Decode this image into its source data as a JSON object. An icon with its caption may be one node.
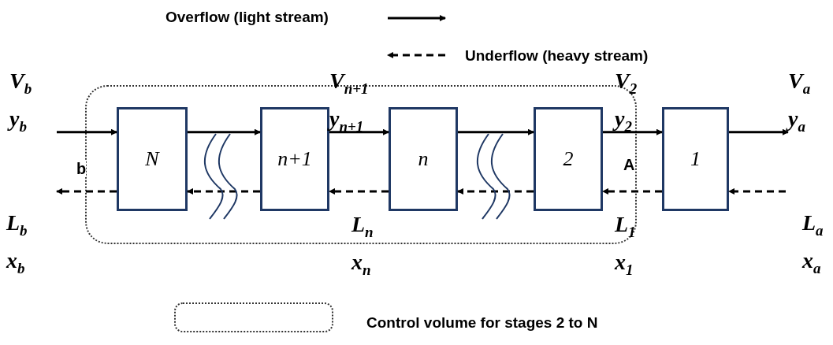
{
  "diagram": {
    "nodes": [
      {
        "text": [],
        "shape": "box"
      },
      {
        "text": [
          "N"
        ],
        "in": 0
      },
      {
        "text": [
          "n+1"
        ],
        "in": 0
      },
      {
        "text": [
          "n"
        ],
        "in": 0
      },
      {
        "text": [
          "2"
        ],
        "in": 0
      },
      {
        "text": [
          "1"
        ]
      }
    ],
    "edges": [
      {
        "from": null,
        "to": 1,
        "arrow": "to",
        "label": "V$_{b}$ y$_{b}$"
      },
      {
        "from": 1,
        "to": null,
        "arrow": "to",
        "style": "dashed",
        "label": "L$_{b}$ x$_{b}$"
      },
      {
        "from": 1,
        "to": 2,
        "arrow": "to"
      },
      {
        "from": 2,
        "to": 1,
        "arrow": "to",
        "style": "dashed"
      },
      {
        "from": 2,
        "to": 3,
        "arrow": "to",
        "label": "V$_{n+1}$ y$_{n+1}$"
      },
      {
        "from": 3,
        "to": 2,
        "arrow": "to",
        "style": "dashed",
        "label": "L$_{n}$ x$_{n}$"
      },
      {
        "from": 3,
        "to": 4,
        "arrow": "to"
      },
      {
        "from": 4,
        "to": 3,
        "arrow": "to",
        "style": "dashed"
      },
      {
        "from": 4,
        "to": 5,
        "arrow": "to",
        "label": "V$_{2}$ y$_{2}$"
      },
      {
        "from": 5,
        "to": 4,
        "arrow": "to",
        "style": "dashed",
        "label": "L$_{1}$ x$_{1}$"
      },
      {
        "from": 5,
        "to": null,
        "arrow": "to",
        "label": "V$_{a}$ y$_{a}$"
      },
      {
        "from": null,
        "to": 5,
        "arrow": "to",
        "style": "dashed",
        "label": "L$_{a}$ x$_{a}$"
      }
    ],
    "labels": [
      "b",
      "A"
    ],
    "legend": [
      {
        "text": "Overflow (light stream)"
      },
      {
        "text": "Underflow (heavy stream)"
      },
      {
        "text": "Control volume for stages 2 to N"
      }
    ]
  }
}
